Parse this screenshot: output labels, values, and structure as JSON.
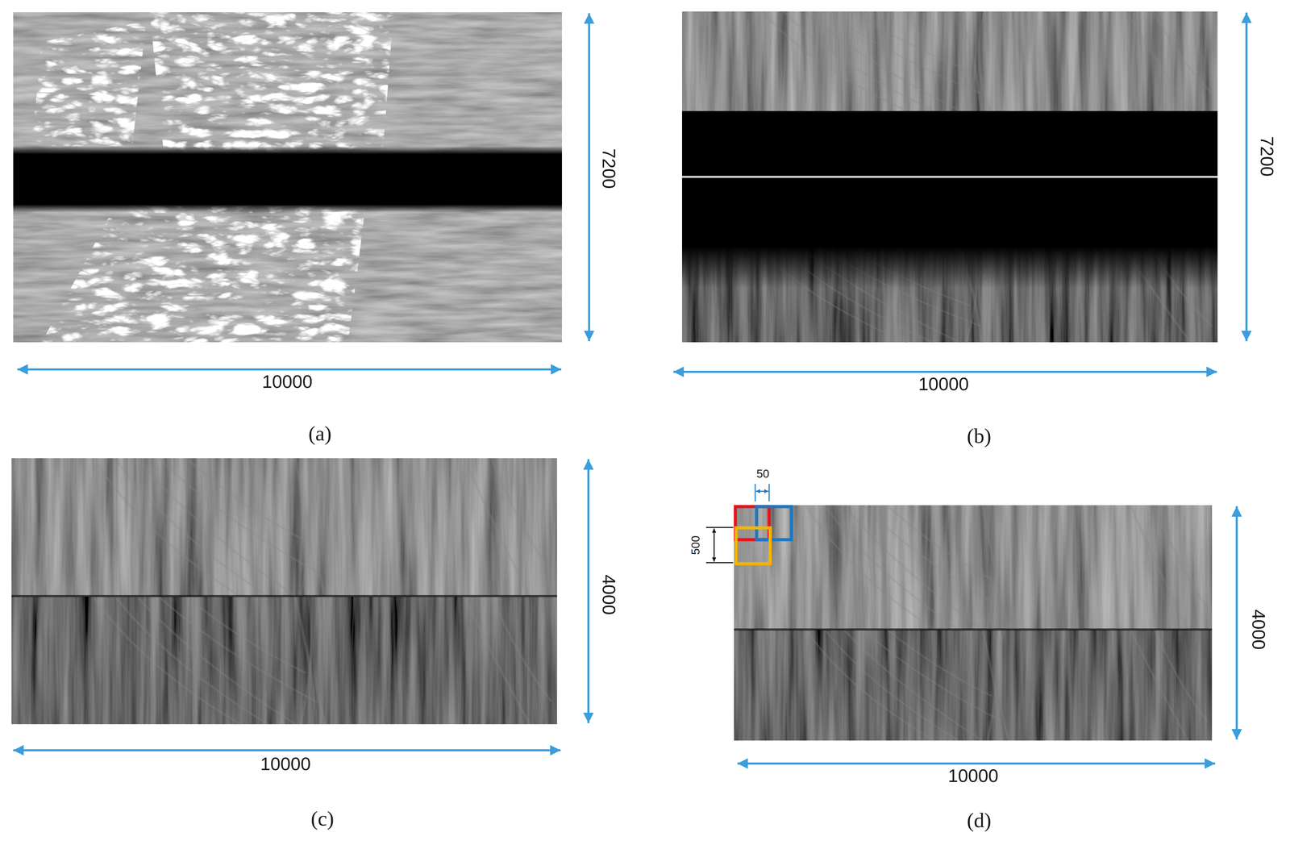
{
  "diagram": {
    "labels": [
      "7200",
      "10000",
      "(a)",
      "7200",
      "10000",
      "(b)",
      "10000",
      "4000",
      "(c)",
      "50",
      "500",
      "4000",
      "10000",
      "(d)"
    ]
  }
}
